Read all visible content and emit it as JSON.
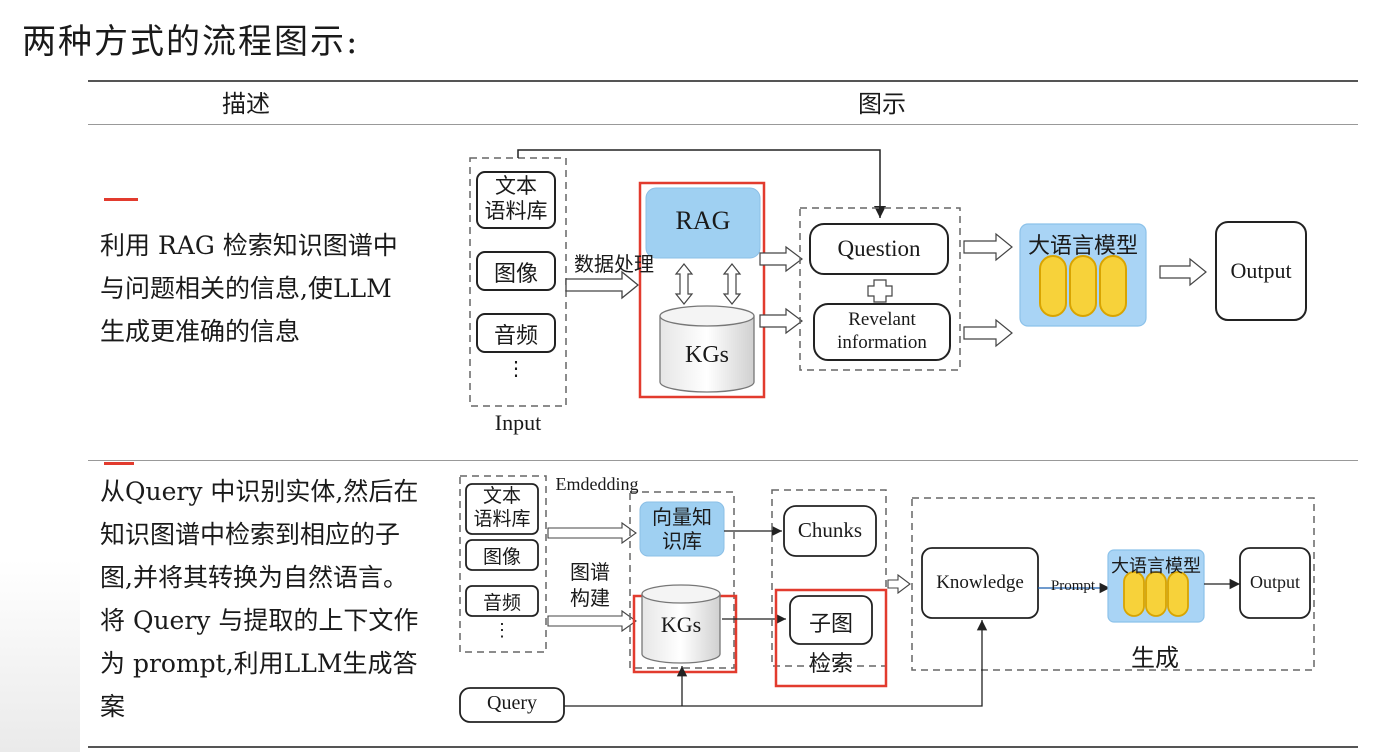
{
  "heading": "两种方式的流程图示:",
  "table": {
    "col_desc": "描述",
    "col_figure": "图示",
    "row1": {
      "text": "利用 RAG 检索知识图谱中与问题相关的信息,使LLM 生成更准确的信息",
      "input_items": [
        "文本\n语料库",
        "图像",
        "音频",
        "⋮"
      ],
      "input_label": "Input",
      "process_label": "数据处理",
      "rag": "RAG",
      "kgs": "KGs",
      "question": "Question",
      "relevant": "Revelant\ninformation",
      "plus": "+",
      "llm": "大语言模型",
      "output": "Output"
    },
    "row2": {
      "text": "从Query 中识别实体,然后在知识图谱中检索到相应的子图,并将其转换为自然语言。将 Query 与提取的上下文作为 prompt,利用LLM生成答案",
      "input_items": [
        "文本\n语料库",
        "图像",
        "音频",
        "⋮"
      ],
      "embedding_label": "Emdedding",
      "vector_store": "向量知\n识库",
      "graph_build": "图谱\n构建",
      "kgs": "KGs",
      "chunks": "Chunks",
      "subgraph": "子图",
      "retrieval": "检索",
      "knowledge": "Knowledge",
      "prompt": "Prompt",
      "llm": "大语言模型",
      "output": "Output",
      "generate": "生成",
      "query": "Query"
    }
  },
  "colors": {
    "highlight_red": "#e23b2e",
    "llm_blue": "#a9d4f5",
    "rag_blue": "#9fd0f2",
    "oval_yellow": "#f7d23a"
  }
}
